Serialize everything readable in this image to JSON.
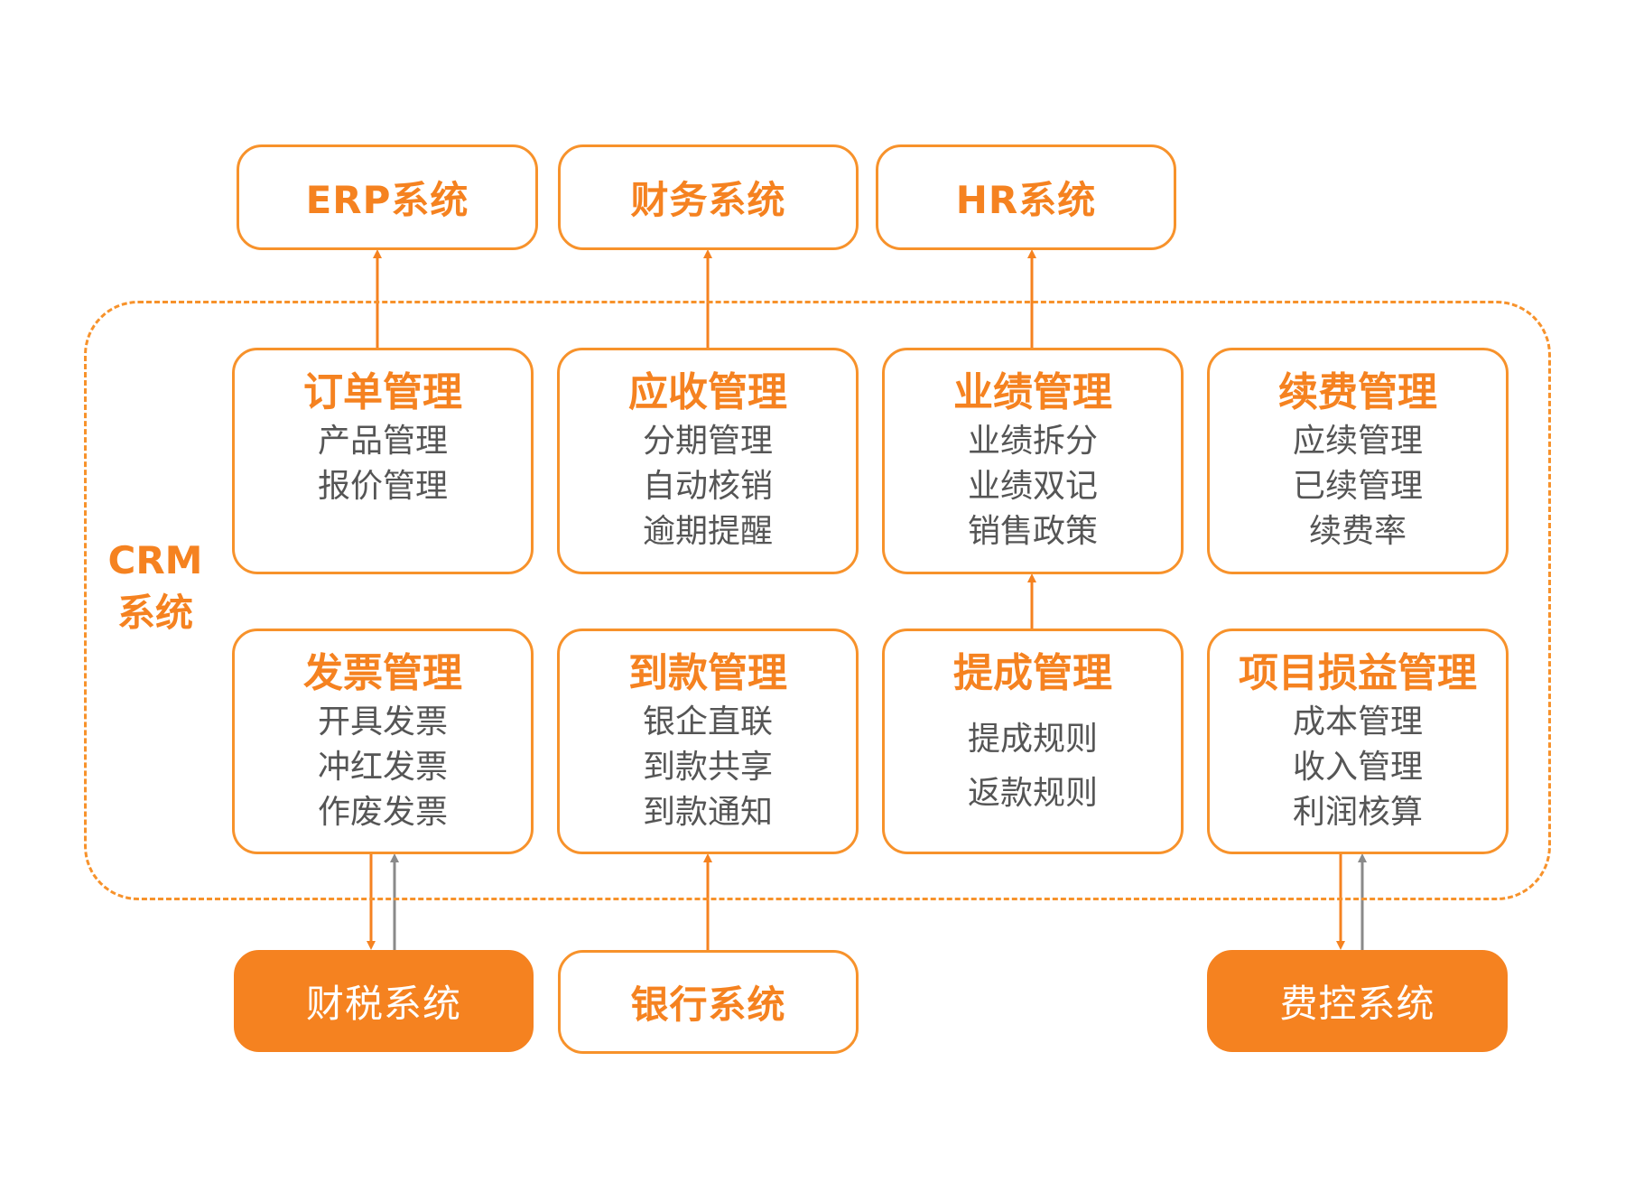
{
  "crm_label": {
    "line1": "CRM",
    "line2": "系统"
  },
  "external_top": [
    "ERP系统",
    "财务系统",
    "HR系统"
  ],
  "modules_row1": [
    {
      "title": "订单管理",
      "items": [
        "产品管理",
        "报价管理"
      ]
    },
    {
      "title": "应收管理",
      "items": [
        "分期管理",
        "自动核销",
        "逾期提醒"
      ]
    },
    {
      "title": "业绩管理",
      "items": [
        "业绩拆分",
        "业绩双记",
        "销售政策"
      ]
    },
    {
      "title": "续费管理",
      "items": [
        "应续管理",
        "已续管理",
        "续费率"
      ]
    }
  ],
  "modules_row2": [
    {
      "title": "发票管理",
      "items": [
        "开具发票",
        "冲红发票",
        "作废发票"
      ]
    },
    {
      "title": "到款管理",
      "items": [
        "银企直联",
        "到款共享",
        "到款通知"
      ]
    },
    {
      "title": "提成管理",
      "items": [
        "提成规则",
        "返款规则"
      ]
    },
    {
      "title": "项目损益管理",
      "items": [
        "成本管理",
        "收入管理",
        "利润核算"
      ]
    }
  ],
  "external_bottom": [
    "财税系统",
    "银行系统",
    "费控系统"
  ],
  "colors": {
    "accent": "#F58220",
    "border": "#F7922B",
    "text_gray": "#555555",
    "arrow_gray": "#8A8A8A"
  }
}
